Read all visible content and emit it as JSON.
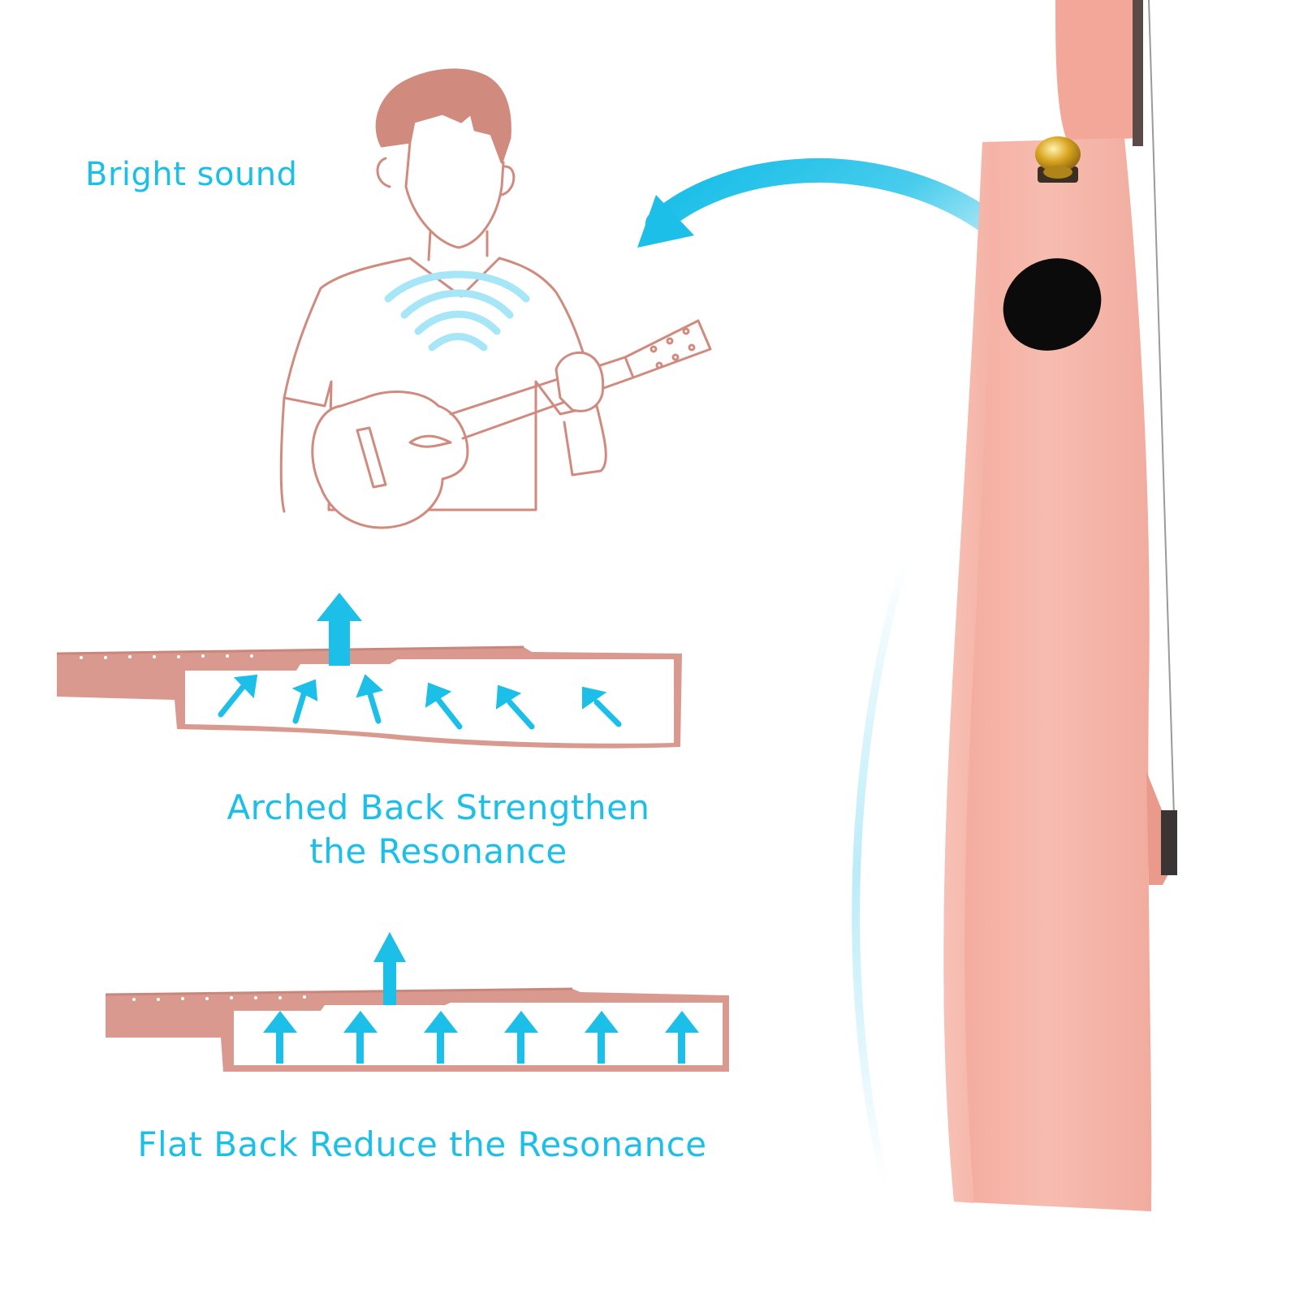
{
  "labels": {
    "bright_sound": "Bright sound",
    "arched_line1": "Arched Back Strengthen",
    "arched_line2": "the Resonance",
    "flat_back": "Flat Back Reduce the Resonance"
  },
  "colors": {
    "accent_blue": "#1bbfe8",
    "line_pink": "#d08a7e",
    "body_pink": "#f5b3a6",
    "fill_pink": "#d9998f"
  },
  "icons": {
    "player": "man-playing-ukulele-icon",
    "sound_waves": "sound-waves-icon",
    "curved_arrow": "curved-arrow-icon",
    "ukulele_side": "ukulele-side-view-icon"
  }
}
